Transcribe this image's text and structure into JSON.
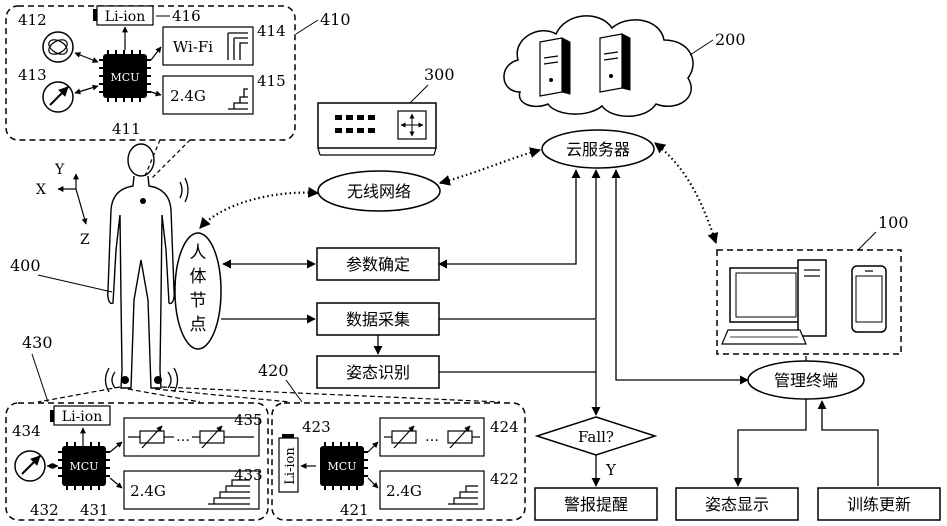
{
  "labels": {
    "n410": "410",
    "n412": "412",
    "n413": "413",
    "n414": "414",
    "n415": "415",
    "n416": "416",
    "n411": "411",
    "n300": "300",
    "n200": "200",
    "n100": "100",
    "n400": "400",
    "n430": "430",
    "n434": "434",
    "n435": "435",
    "n433": "433",
    "n432": "432",
    "n431": "431",
    "n420": "420",
    "n423": "423",
    "n424": "424",
    "n422": "422",
    "n421": "421"
  },
  "module410": {
    "battery": "Li-ion",
    "mcu": "MCU",
    "wifi": "Wi-Fi",
    "radio": "2.4G"
  },
  "module430": {
    "battery": "Li-ion",
    "mcu": "MCU",
    "radio": "2.4G",
    "dots": "…"
  },
  "module420": {
    "battery": "Li-ion",
    "mcu": "MCU",
    "radio": "2.4G",
    "dots": "…"
  },
  "axes": {
    "x": "X",
    "y": "Y",
    "z": "Z"
  },
  "body_node": {
    "c1": "人",
    "c2": "体",
    "c3": "节",
    "c4": "点"
  },
  "nodes": {
    "cloud_server": "云服务器",
    "wireless_net": "无线网络",
    "param_confirm": "参数确定",
    "data_collect": "数据采集",
    "posture_recog": "姿态识别",
    "fall": "Fall?",
    "yes": "Y",
    "alarm": "警报提醒",
    "posture_display": "姿态显示",
    "train_update": "训练更新",
    "mgmt_terminal": "管理终端"
  }
}
